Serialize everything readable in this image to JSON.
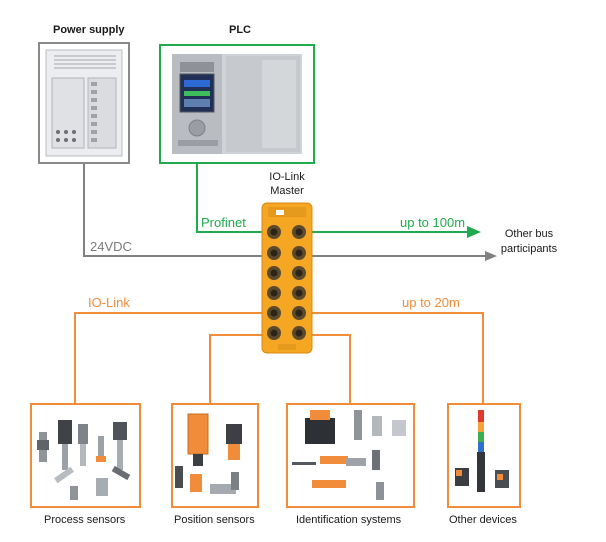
{
  "nodes": {
    "power_supply": "Power supply",
    "plc": "PLC",
    "iolink_master_line1": "IO-Link",
    "iolink_master_line2": "Master",
    "other_bus_line1": "Other bus",
    "other_bus_line2": "participants",
    "process_sensors": "Process sensors",
    "position_sensors": "Position sensors",
    "identification_systems": "Identification systems",
    "other_devices": "Other devices"
  },
  "connections": {
    "profinet": "Profinet",
    "profinet_range": "up to 100m",
    "power": "24VDC",
    "iolink": "IO-Link",
    "iolink_range": "up to 20m"
  },
  "colors": {
    "profinet": "#1faa4b",
    "power": "#808080",
    "iolink": "#f08c3a",
    "master_body": "#f5a623",
    "box_grey": "#8a8a8a"
  }
}
